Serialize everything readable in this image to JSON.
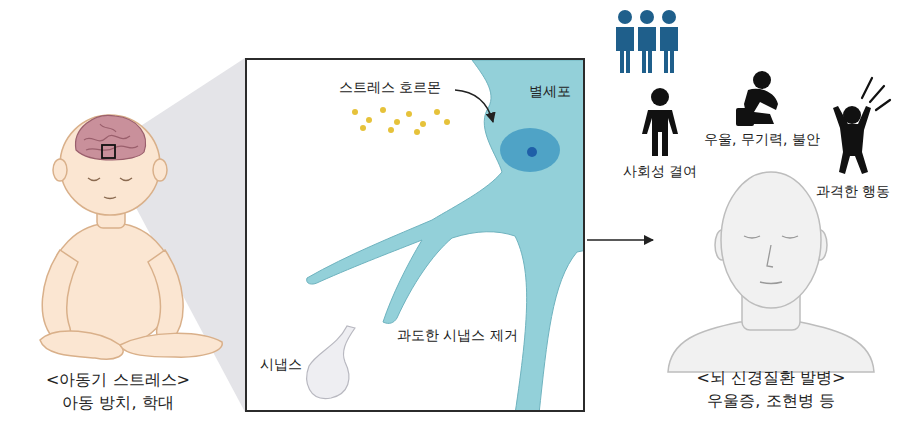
{
  "diagram": {
    "nodes": [
      {
        "text": [
          "<아동기 스트레스>",
          "아동 방치, 학대"
        ]
      },
      {
        "text": [
          "스트레스 호르몬",
          "과도한 시냅스 제거"
        ]
      },
      {
        "text": [
          "별세포"
        ],
        "in": 1
      },
      {
        "text": [
          "시냅스"
        ],
        "in": 1
      },
      {
        "text": [
          "<뇌 신경질환 발병>",
          "우울증, 조현병 등"
        ]
      }
    ],
    "edges": [
      {
        "from": 1,
        "to": 4,
        "arrow": "to"
      }
    ],
    "labels": [
      "사회성 결여",
      "우울, 무기력, 불안",
      "과격한 행동"
    ]
  }
}
